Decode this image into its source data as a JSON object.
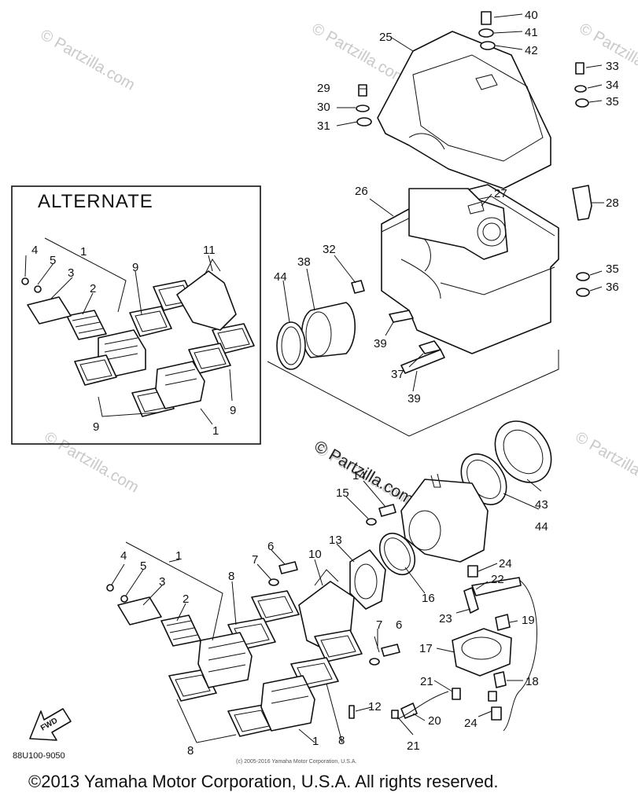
{
  "alternate_title": "ALTERNATE",
  "watermarks": [
    "© Partzilla.com",
    "© Partzilla.com",
    "© Partzilla.com",
    "© Partzilla.com",
    "© Partzilla.com",
    "© Partzilla.com"
  ],
  "center_watermark": "© Partzilla.com",
  "diagram_code": "88U100-9050",
  "fwd_label": "FWD",
  "small_copyright": "(c) 2005-2016 Yamaha Motor Corporation, U.S.A.",
  "copyright": "©2013 Yamaha Motor Corporation, U.S.A. All rights reserved.",
  "callouts": {
    "c1": "1",
    "c2": "2",
    "c3": "3",
    "c4": "4",
    "c5": "5",
    "c6": "6",
    "c7": "7",
    "c8": "8",
    "c9": "9",
    "c10": "10",
    "c11": "11",
    "c12": "12",
    "c13": "13",
    "c14": "14",
    "c15": "15",
    "c16": "16",
    "c17": "17",
    "c18": "18",
    "c19": "19",
    "c20": "20",
    "c21": "21",
    "c22": "22",
    "c23": "23",
    "c24": "24",
    "c25": "25",
    "c26": "26",
    "c27": "27",
    "c28": "28",
    "c29": "29",
    "c30": "30",
    "c31": "31",
    "c32": "32",
    "c33": "33",
    "c34": "34",
    "c35": "35",
    "c36": "36",
    "c37": "37",
    "c38": "38",
    "c39": "39",
    "c40": "40",
    "c41": "41",
    "c42": "42",
    "c43": "43",
    "c44": "44"
  }
}
